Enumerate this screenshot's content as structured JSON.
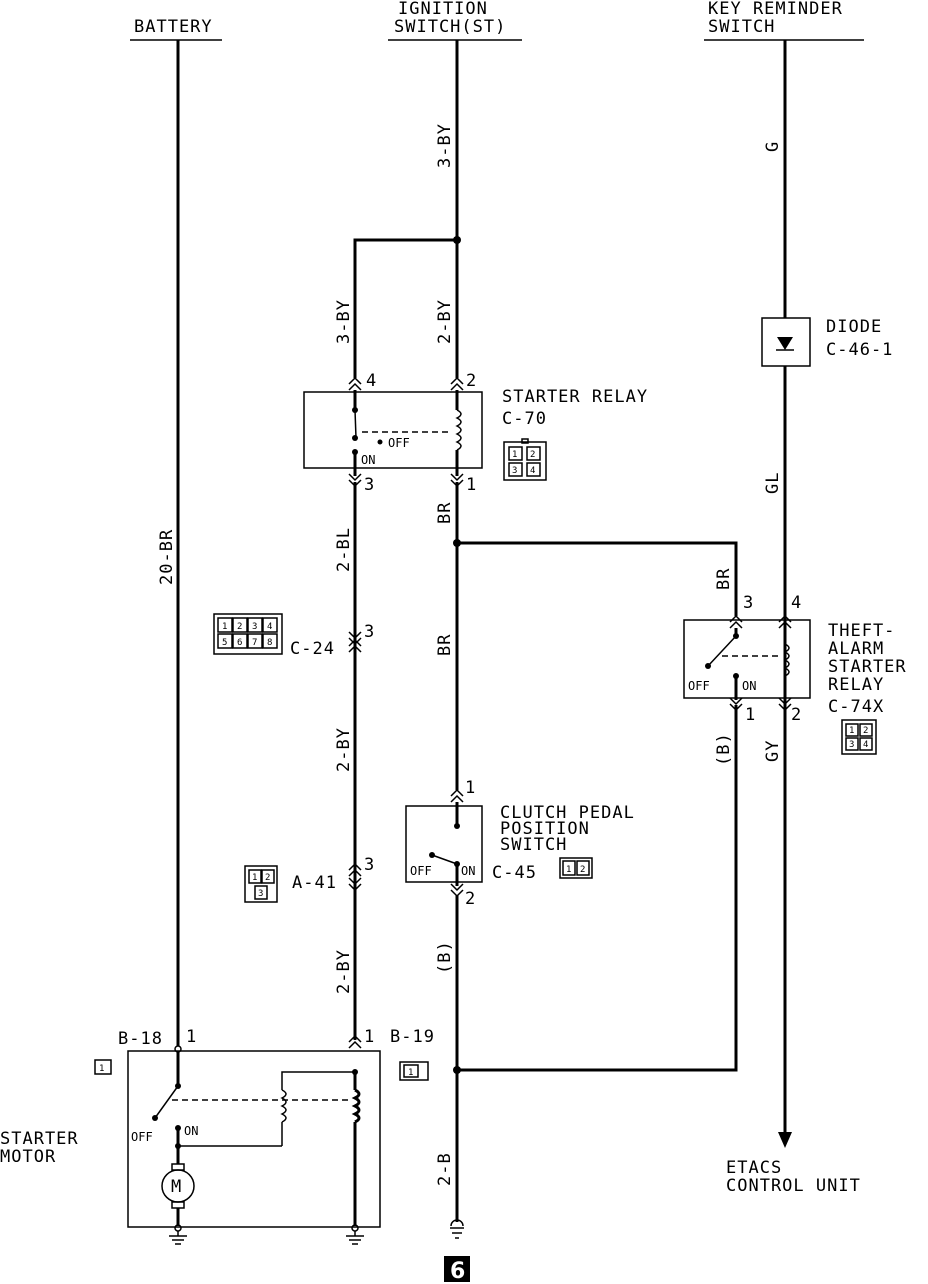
{
  "headers": {
    "battery": "BATTERY",
    "ignition_line1": "IGNITION",
    "ignition_line2": "SWITCH(ST)",
    "key_reminder_line1": "KEY REMINDER",
    "key_reminder_line2": "SWITCH"
  },
  "wires": {
    "ign_3by": "3-BY",
    "branch_3by": "3-BY",
    "ign_2by": "2-BY",
    "battery_20br": "20-BR",
    "wire_2bl": "2-BL",
    "wire_2by_mid": "2-BY",
    "wire_2by_low": "2-BY",
    "br_upper": "BR",
    "br_lower": "BR",
    "br_right": "BR",
    "b_center": "(B)",
    "b_right": "(B)",
    "wire_2b": "2-B",
    "key_g": "G",
    "key_gl": "GL",
    "key_gy": "GY"
  },
  "diode": {
    "name": "DIODE",
    "code": "C-46-1"
  },
  "starter_relay": {
    "name": "STARTER RELAY",
    "code": "C-70",
    "pin_4": "4",
    "pin_2": "2",
    "pin_3": "3",
    "pin_1": "1",
    "off": "OFF",
    "on": "ON",
    "connector_pins": [
      "1",
      "2",
      "3",
      "4"
    ]
  },
  "connector_c24": {
    "code": "C-24",
    "pin": "3",
    "connector_pins": [
      "1",
      "2",
      "3",
      "4",
      "5",
      "6",
      "7",
      "8"
    ]
  },
  "theft_alarm_relay": {
    "line1": "THEFT-",
    "line2": "ALARM",
    "line3": "STARTER",
    "line4": "RELAY",
    "code": "C-74X",
    "pin_3": "3",
    "pin_4": "4",
    "pin_1": "1",
    "pin_2": "2",
    "off": "OFF",
    "on": "ON",
    "connector_pins": [
      "1",
      "2",
      "3",
      "4"
    ]
  },
  "clutch_switch": {
    "line1": "CLUTCH PEDAL",
    "line2": "POSITION",
    "line3": "SWITCH",
    "code": "C-45",
    "pin_1": "1",
    "pin_2": "2",
    "off": "OFF",
    "on": "ON",
    "connector_pins": [
      "1",
      "2"
    ]
  },
  "connector_a41": {
    "code": "A-41",
    "pin": "3",
    "connector_pins": [
      "1",
      "2",
      "3"
    ]
  },
  "starter_motor": {
    "line1": "STARTER",
    "line2": "MOTOR",
    "b18": "B-18",
    "b18_pin": "1",
    "b19": "B-19",
    "b19_pin": "1",
    "off": "OFF",
    "on": "ON",
    "motor_symbol": "M",
    "b18_connector_pin": "1",
    "b19_connector_pin": "1"
  },
  "etacs": {
    "line1": "ETACS",
    "line2": "CONTROL UNIT"
  },
  "page_badge": "6"
}
